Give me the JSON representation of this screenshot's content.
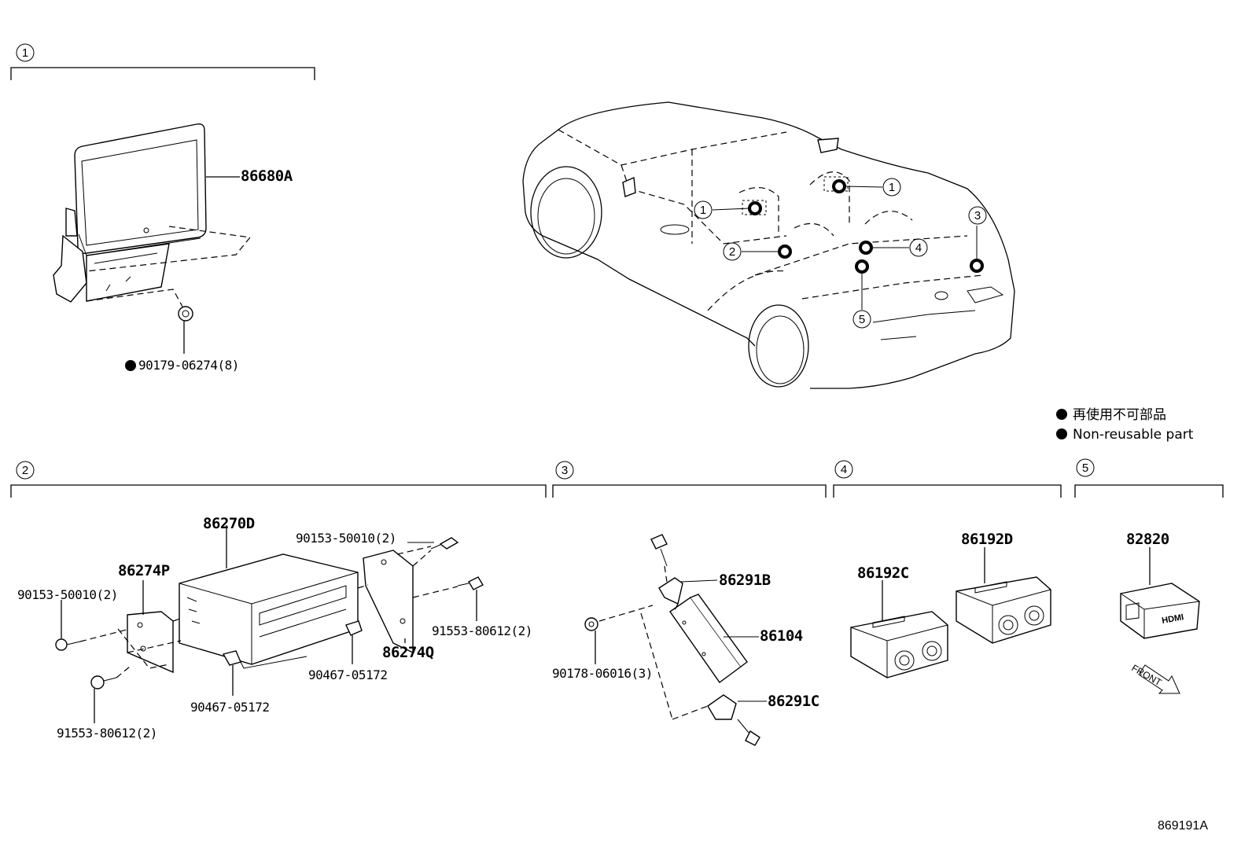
{
  "sections": [
    {
      "num": "1",
      "title": ""
    },
    {
      "num": "2",
      "title": ""
    },
    {
      "num": "3",
      "title": ""
    },
    {
      "num": "4",
      "title": ""
    },
    {
      "num": "5",
      "title": ""
    }
  ],
  "parts": {
    "s1": {
      "display": "86680A",
      "nut": "90179-06274(8)"
    },
    "s2": {
      "unit": "86270D",
      "bracket_left": "86274P",
      "bracket_right": "86274Q",
      "bolt_top": "90153-50010(2)",
      "bolt_left": "90153-50010(2)",
      "screw_right": "91553-80612(2)",
      "screw_left": "91553-80612(2)",
      "clip_a": "90467-05172",
      "clip_b": "90467-05172"
    },
    "s3": {
      "bracket_top": "86291B",
      "module": "86104",
      "bracket_bottom": "86291C",
      "nut": "90178-06016(3)"
    },
    "s4": {
      "socket_c": "86192C",
      "socket_d": "86192D"
    },
    "s5": {
      "hdmi": "82820",
      "hdmi_text": "HDMI",
      "front": "FRONT"
    }
  },
  "car_callouts": [
    "1",
    "1",
    "2",
    "3",
    "4",
    "5"
  ],
  "legend": {
    "jp": "再使用不可部品",
    "en": "Non-reusable part"
  },
  "diagram_ref": "869191A"
}
